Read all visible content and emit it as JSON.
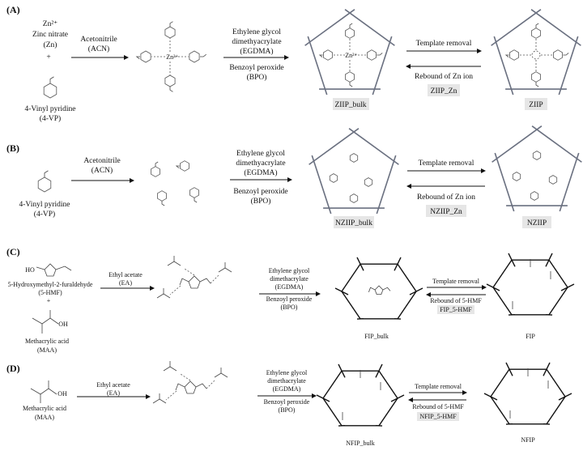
{
  "panels": {
    "A": {
      "label": "(A)",
      "reactant1": {
        "ion": "Zn²⁺",
        "name": "Zinc nitrate",
        "abbr": "(Zn)"
      },
      "plus": "+",
      "reactant2": {
        "name": "4-Vinyl pyridine",
        "abbr": "(4-VP)"
      },
      "step1": {
        "solvent": "Acetonitrile",
        "abbr": "(ACN)"
      },
      "complex_center": "Zn²⁺",
      "step2": {
        "line1": "Ethylene glycol",
        "line2": "dimethyacrylate",
        "line3": "(EGDMA)",
        "line4": "Benzoyl peroxide",
        "line5": "(BPO)"
      },
      "bulk_label": "ZIIP_bulk",
      "forward": "Template removal",
      "reverse": "Rebound of Zn ion",
      "rebound_label": "ZIIP_Zn",
      "product_label": "ZIIP"
    },
    "B": {
      "label": "(B)",
      "reactant": {
        "name": "4-Vinyl pyridine",
        "abbr": "(4-VP)"
      },
      "step1": {
        "solvent": "Acetonitrile",
        "abbr": "(ACN)"
      },
      "step2": {
        "line1": "Ethylene glycol",
        "line2": "dimethyacrylate",
        "line3": "(EGDMA)",
        "line4": "Benzoyl peroxide",
        "line5": "(BPO)"
      },
      "bulk_label": "NZIIP_bulk",
      "forward": "Template removal",
      "reverse": "Rebound of Zn ion",
      "rebound_label": "NZIIP_Zn",
      "product_label": "NZIIP"
    },
    "C": {
      "label": "(C)",
      "reactant1": {
        "hydroxyl": "HO",
        "name": "5-Hydroxymethyl-2-furaldehyde",
        "abbr": "(5-HMF)"
      },
      "plus": "+",
      "reactant2": {
        "oh": "OH",
        "name": "Methacrylic acid",
        "abbr": "(MAA)"
      },
      "step1": {
        "solvent": "Ethyl acetate",
        "abbr": "(EA)"
      },
      "step2": {
        "line1": "Ethylene glycol",
        "line2": "dimethacrylate",
        "line3": "(EGDMA)",
        "line4": "Benzoyl peroxide",
        "line5": "(BPO)"
      },
      "bulk_label": "FIP_bulk",
      "forward": "Template removal",
      "reverse": "Rebound of 5-HMF",
      "rebound_label": "FIP_5-HMF",
      "product_label": "FIP"
    },
    "D": {
      "label": "(D)",
      "reactant": {
        "oh": "OH",
        "name": "Methacrylic acid",
        "abbr": "(MAA)"
      },
      "step1": {
        "solvent": "Ethyl acetate",
        "abbr": "(EA)"
      },
      "step2": {
        "line1": "Ethylene glycol",
        "line2": "dimethacrylate",
        "line3": "(EGDMA)",
        "line4": "Benzoyl peroxide",
        "line5": "(BPO)"
      },
      "bulk_label": "NFIP_bulk",
      "forward": "Template removal",
      "reverse": "Rebound of 5-HMF",
      "rebound_label": "NFIP_5-HMF",
      "product_label": "NFIP"
    }
  },
  "colors": {
    "polymer_network_ab": "#6a7080",
    "polymer_network_cd": "#111111",
    "label_box": "#e6e6e6"
  }
}
